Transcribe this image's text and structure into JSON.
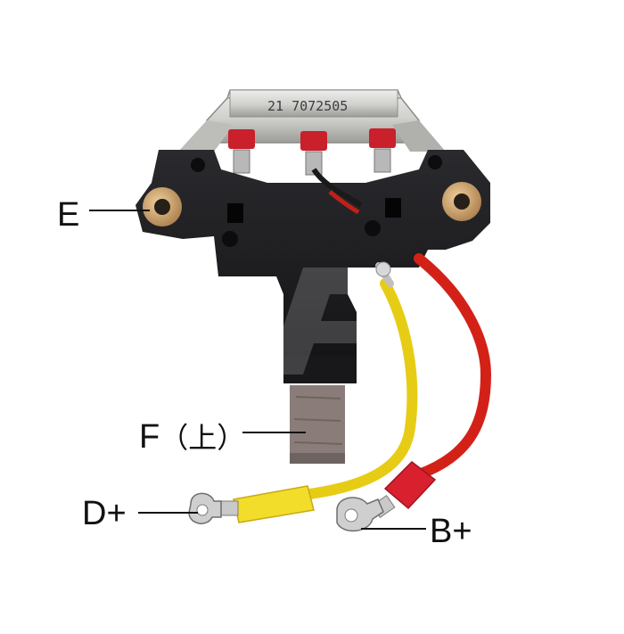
{
  "part": {
    "module_code": "21 7072505"
  },
  "labels": {
    "e": "E",
    "f_prefix": "F",
    "f_note": "（上）",
    "d_plus": "D+",
    "b_plus": "B+"
  },
  "colors": {
    "wire_red": "#d42118",
    "wire_yellow": "#e7cc16",
    "sleeve_red": "#d9202e",
    "sleeve_yellow": "#f2de2a",
    "housing": "#1b1b1e",
    "metal_case": "#c9c9c6",
    "brass_bushing": "#c8a070",
    "brush": "#8a7d79"
  }
}
